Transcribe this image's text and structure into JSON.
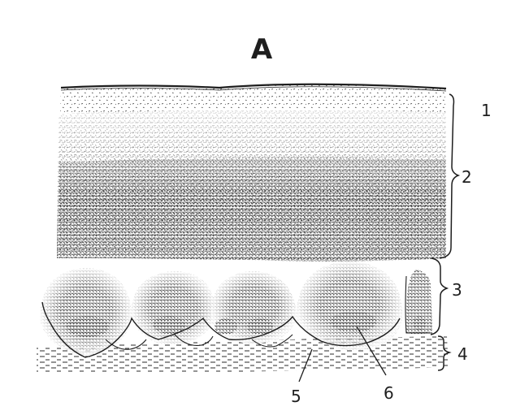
{
  "figure": {
    "title": "A",
    "labels": [
      "1",
      "2",
      "3",
      "4",
      "5",
      "6"
    ],
    "ink_color": "#1e1e1e",
    "background_color": "#ffffff"
  }
}
